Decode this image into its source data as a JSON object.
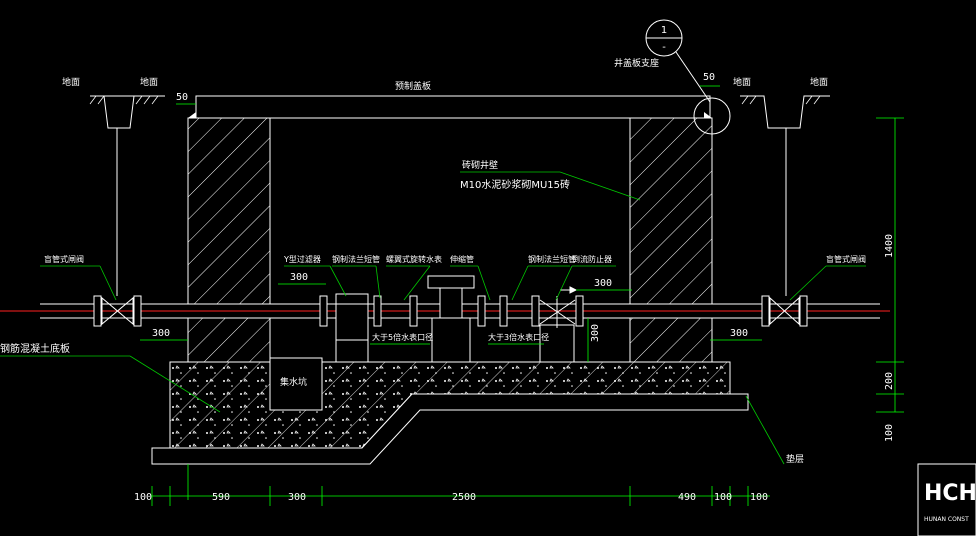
{
  "colors": {
    "background": "#000000",
    "line": "#ffffff",
    "dimension": "#00ff00",
    "leader": "#00c800",
    "pipe_center": "#ff2020",
    "detail_circle": "#ffffff"
  },
  "labels": {
    "ground_left_1": "地面",
    "ground_left_2": "地面",
    "ground_right_1": "地面",
    "ground_right_2": "地面",
    "cover_slab": "预制盖板",
    "cover_support": "井盖板支座",
    "detail_top": "1",
    "detail_bottom": "-",
    "brick_wall": "砖砌井壁",
    "mortar": "M10水泥砂浆砌MU15砖",
    "gate_valve_left": "盲管式闸阀",
    "gate_valve_right": "盲管式闸阀",
    "filter": "Y型过滤器",
    "flange_pipe_1": "钢制法兰短管",
    "water_meter": "螺翼式旋转水表",
    "expansion_joint": "伸缩管",
    "flange_pipe_2": "钢制法兰短管",
    "check_valve": "倒流防止器",
    "concrete_base": "钢筋混凝土底板",
    "sump": "集水坑",
    "cushion": "垫层",
    "note_1": "大于5倍水表口径",
    "note_2": "大于3倍水表口径",
    "logo": "HCH",
    "logo_sub": "HUNAN CONST"
  },
  "dimensions": {
    "top_50_left": "50",
    "top_50_right": "50",
    "pipe_300_left": "300",
    "pipe_300_left_low": "300",
    "pipe_300_right": "300",
    "pipe_300_right_low": "300",
    "vertical_300": "300",
    "right_1400": "1400",
    "right_200": "200",
    "right_100": "100",
    "bottom": [
      "100",
      "590",
      "300",
      "2500",
      "490",
      "100",
      "100"
    ]
  }
}
